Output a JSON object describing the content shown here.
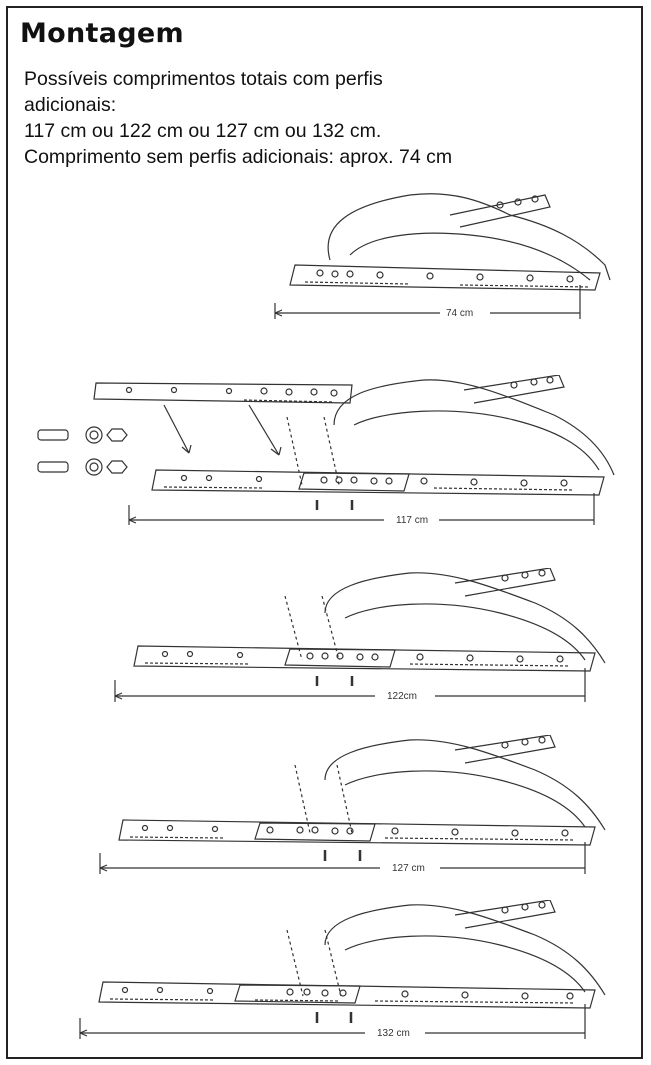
{
  "section": {
    "title": "Montagem",
    "intro_lines": [
      "Possíveis comprimentos totais com perfis",
      "adicionais:",
      "117 cm ou 122 cm ou 127 cm ou 132 cm.",
      "Comprimento sem perfis adicionais: aprox. 74 cm"
    ]
  },
  "figures": [
    {
      "label": "74 cm"
    },
    {
      "label": "117 cm"
    },
    {
      "label": "122cm"
    },
    {
      "label": "127 cm"
    },
    {
      "label": "132 cm"
    }
  ]
}
